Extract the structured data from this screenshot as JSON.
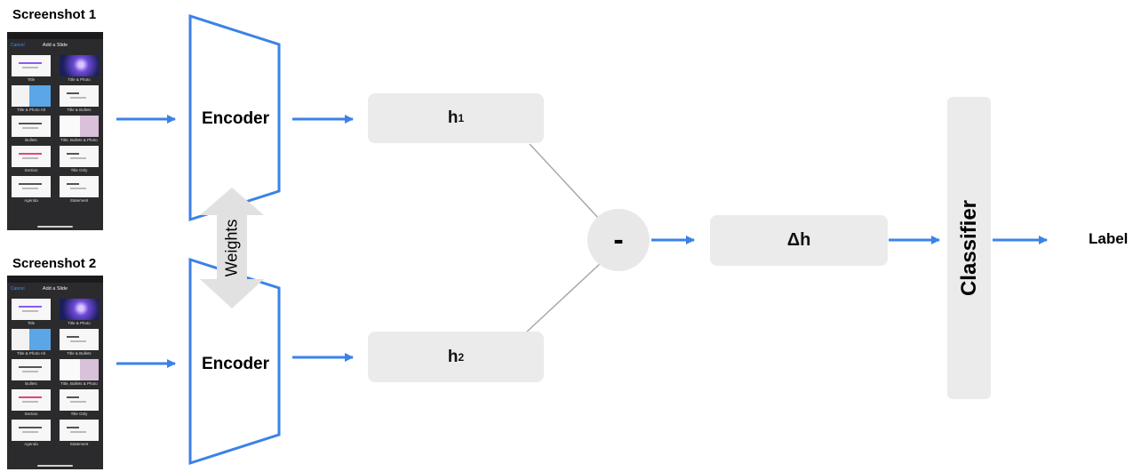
{
  "colors": {
    "accent": "#3b82e8",
    "box_fill": "#ebebeb",
    "connector": "#a8a8a8",
    "phone_bg": "#2b2b2e"
  },
  "inputs": [
    {
      "title": "Screenshot 1"
    },
    {
      "title": "Screenshot 2"
    }
  ],
  "phone": {
    "cancel": "Cancel",
    "title": "Add a Slide",
    "cells": [
      {
        "label": "Title",
        "style": "plain"
      },
      {
        "label": "Title & Photo",
        "style": "photo"
      },
      {
        "label": "Title & Photo Alt",
        "style": "photo-all"
      },
      {
        "label": "Title & Bullets",
        "style": "plain"
      },
      {
        "label": "Bullets",
        "style": "plain"
      },
      {
        "label": "Title, Bullets & Photo",
        "style": "bullets-photo"
      },
      {
        "label": "Section",
        "style": "plain"
      },
      {
        "label": "Title Only",
        "style": "plain"
      },
      {
        "label": "Agenda",
        "style": "plain"
      },
      {
        "label": "Statement",
        "style": "plain"
      }
    ]
  },
  "encoders": [
    {
      "label": "Encoder"
    },
    {
      "label": "Encoder"
    }
  ],
  "shared": {
    "label": "Weights"
  },
  "embeddings": [
    {
      "symbol": "h",
      "subscript": "1"
    },
    {
      "symbol": "h",
      "subscript": "2"
    }
  ],
  "operator": {
    "symbol": "-"
  },
  "difference": {
    "label": "Δh"
  },
  "classifier": {
    "label": "Classifier"
  },
  "output": {
    "label": "Label"
  }
}
